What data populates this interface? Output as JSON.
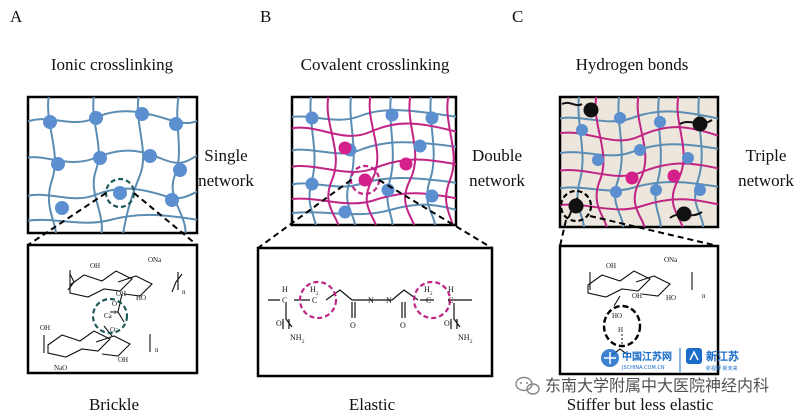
{
  "panels": [
    {
      "letter": "A",
      "title": "Ionic crosslinking",
      "side_line1": "Single",
      "side_line2": "network",
      "caption": "Brickle"
    },
    {
      "letter": "B",
      "title": "Covalent crosslinking",
      "side_line1": "Double",
      "side_line2": "network",
      "caption": "Elastic"
    },
    {
      "letter": "C",
      "title": "Hydrogen bonds",
      "side_line1": "Triple",
      "side_line2": "network",
      "caption": "Stiffer but less elastic"
    }
  ],
  "chem_labels": {
    "oh": "OH",
    "ho": "HO",
    "ona": "ONa",
    "nao": "NaO",
    "ca": "Ca",
    "ca_charge": "2+",
    "o": "O",
    "o_minus": "O⁻",
    "n_sub": "n",
    "h": "H",
    "h2": "H",
    "h2_sub": "2",
    "c": "C",
    "c2": "C",
    "nh2": "NH",
    "nh2_sub": "2",
    "n": "N"
  },
  "watermark": {
    "site_logo_text": "中国江苏网",
    "site_sub": "JSCHINA.COM.CN",
    "app_text": "新江苏",
    "app_sub": "新视野 新未来",
    "source": "东南大学附属中大医院神经内科"
  },
  "colors": {
    "blue_fiber": "#5b8db3",
    "blue_node": "#5b8fd0",
    "magenta_fiber": "#c02485",
    "magenta_node": "#d4208a",
    "panel_c_bg": "#ece6dc",
    "black_node": "#111111",
    "logo_blue": "#1a6cc8"
  }
}
